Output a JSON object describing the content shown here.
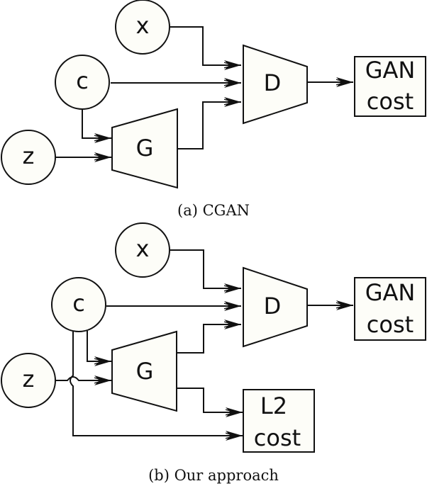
{
  "colors": {
    "stroke": "#111111",
    "fill": "#fdfdf8",
    "background": "#ffffff"
  },
  "panel_a": {
    "caption": "(a) CGAN",
    "nodes": {
      "x": "x",
      "c": "c",
      "z": "z",
      "g": "G",
      "d": "D"
    },
    "output": {
      "line1": "GAN",
      "line2": "cost"
    }
  },
  "panel_b": {
    "caption": "(b) Our approach",
    "nodes": {
      "x": "x",
      "c": "c",
      "z": "z",
      "g": "G",
      "d": "D"
    },
    "output_gan": {
      "line1": "GAN",
      "line2": "cost"
    },
    "output_l2": {
      "line1": "L2",
      "line2": "cost"
    }
  }
}
